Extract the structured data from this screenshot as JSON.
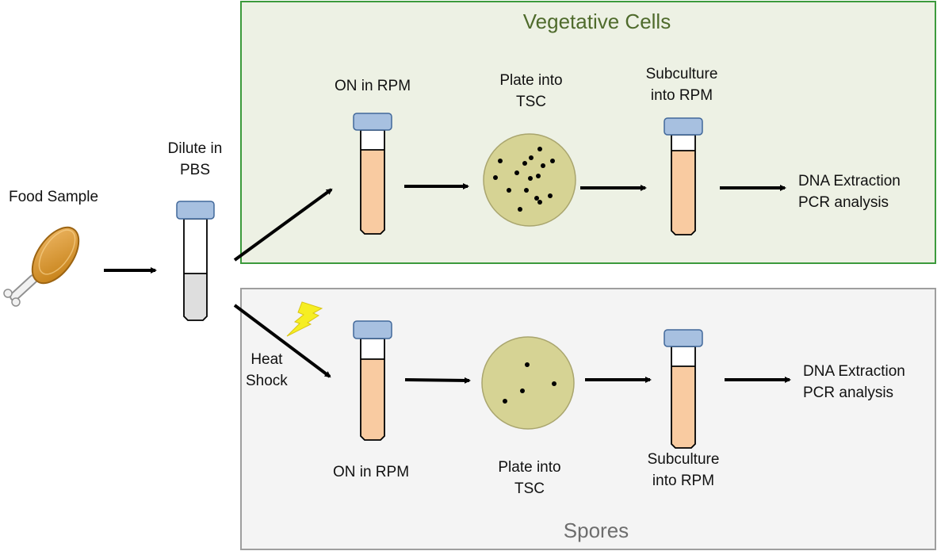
{
  "diagram": {
    "start": {
      "food_sample_label": "Food Sample",
      "dilute_label": "Dilute in\nPBS",
      "icon": "chicken-drumstick-icon"
    },
    "vegetative": {
      "title": "Vegetative Cells",
      "step1_label": "ON in RPM",
      "step2_label": "Plate into\nTSC",
      "step3_label": "Subculture\ninto RPM",
      "result_label": "DNA Extraction\nPCR analysis",
      "colony_count": 16
    },
    "spores": {
      "title": "Spores",
      "treatment_label": "Heat\nShock",
      "treatment_icon": "lightning-bolt-icon",
      "step1_label": "ON in RPM",
      "step2_label": "Plate into\nTSC",
      "step3_label": "Subculture\ninto RPM",
      "result_label": "DNA Extraction\nPCR analysis",
      "colony_count": 4
    },
    "colors": {
      "vegetative_fill": "#edf1e4",
      "vegetative_border": "#3c9a3c",
      "vegetative_title": "#4f6b2c",
      "spores_fill": "#f4f4f4",
      "spores_border": "#9e9e9e",
      "spores_title": "#6d6d6d",
      "tube_cap": "#a7c0e0",
      "culture_medium": "#f9cba1",
      "pbs_liquid": "#dedede",
      "agar_plate": "#d6d394"
    }
  }
}
